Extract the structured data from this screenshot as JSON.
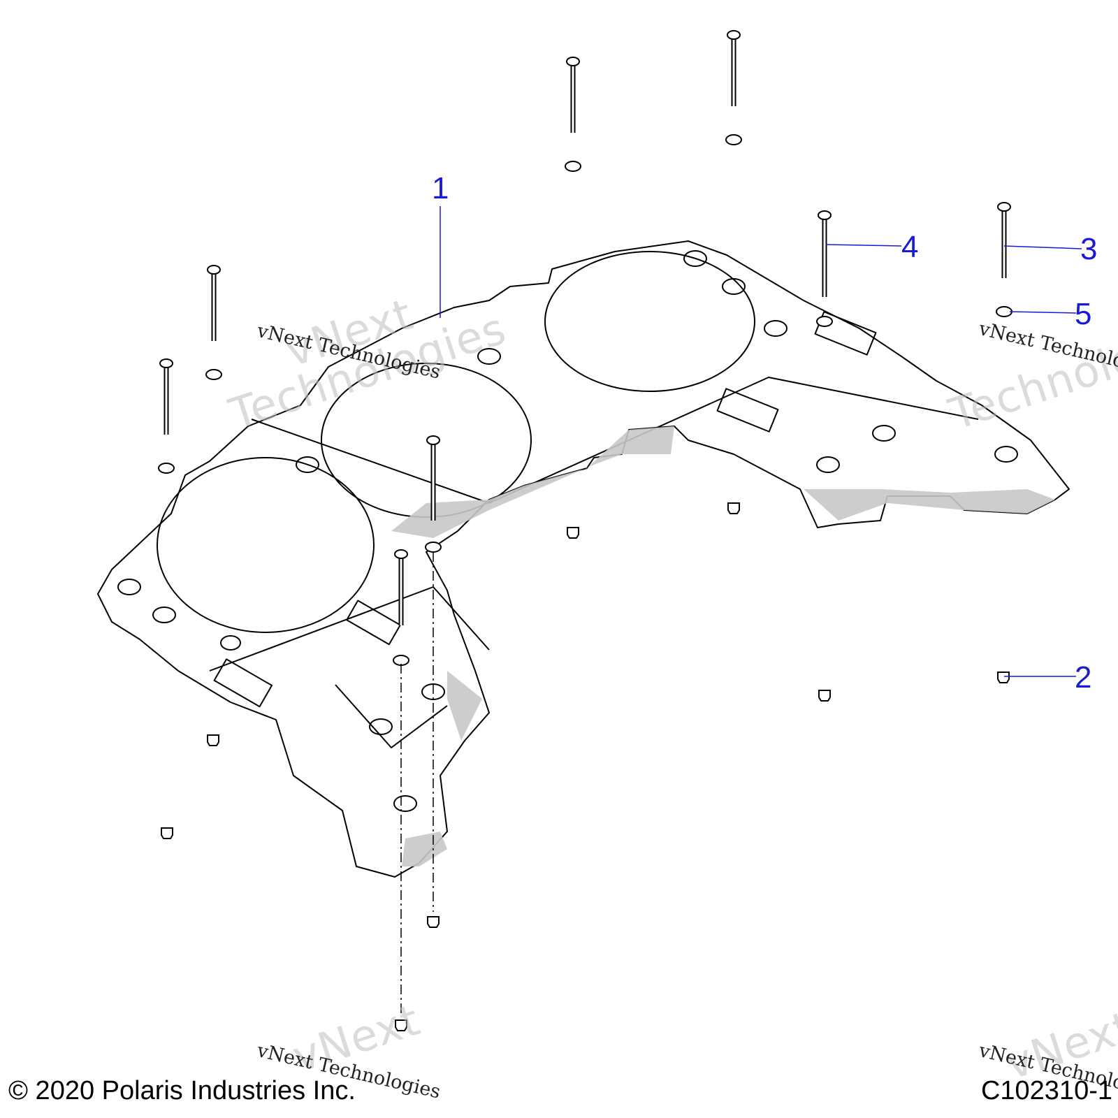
{
  "callouts": [
    "1",
    "2",
    "3",
    "4",
    "5"
  ],
  "watermark": {
    "line": "vNext Technologies",
    "big_top": "vNext",
    "big_bottom": "Technologies"
  },
  "footer": {
    "copyright": "© 2020 Polaris Industries Inc.",
    "figure_id": "C102310-1"
  },
  "colors": {
    "line": "#000000",
    "callout": "#1a1ad6",
    "shade": "#c8c8c8"
  }
}
